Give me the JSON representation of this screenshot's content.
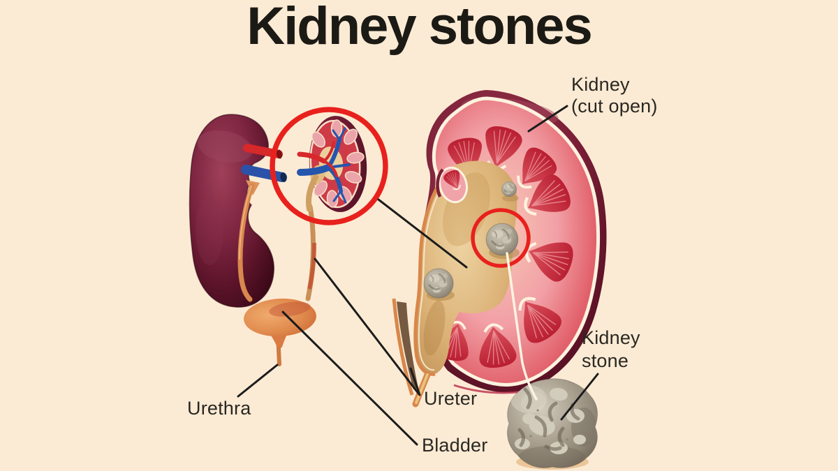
{
  "title": "Kidney stones",
  "labels": {
    "kidney_cut_open": {
      "line1": "Kidney",
      "line2": "(cut open)"
    },
    "ureter": "Ureter",
    "bladder": "Bladder",
    "urethra": "Urethra",
    "kidney_stone": {
      "line1": "Kidney",
      "line2": "stone"
    }
  },
  "illustration": {
    "parts": [
      "whole-kidney",
      "renal-artery",
      "renal-vein",
      "left-ureter",
      "right-ureter",
      "bladder",
      "urethra",
      "magnifier-circle",
      "magnified-cut-open-kidney",
      "cut-open-kidney",
      "renal-pelvis",
      "kidney-stone-small",
      "kidney-stone-circled",
      "kidney-stone-lower",
      "stone-highlight-ring",
      "magnified-kidney-stone"
    ]
  },
  "colors": {
    "background": "#fcebd4",
    "title_text": "#1c1a15",
    "label_text": "#2a2823",
    "leader_line": "#1c1c1c",
    "highlight_ring_red": "#e8211d",
    "kidney_capsule_maroon": "#6b1830",
    "cortex_pink": "#f0989e",
    "pyramid_red": "#bd2135",
    "renal_pelvis_tan": "#dcb378",
    "ureter_orange": "#d8874a",
    "artery_red": "#d7282a",
    "vein_blue": "#2b52a8",
    "stone_gray": "#a8a193",
    "stone_light": "#d3cec1",
    "cream_line": "#fdf2df"
  }
}
